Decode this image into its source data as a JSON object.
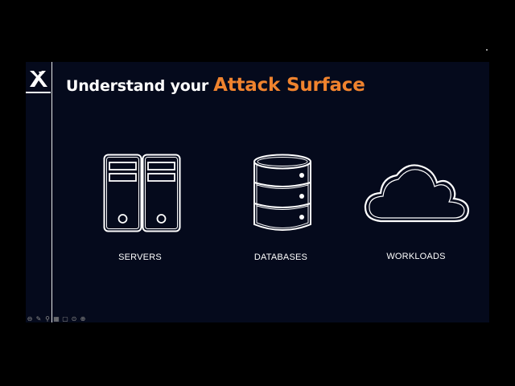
{
  "slide": {
    "title_prefix": "Understand your",
    "title_highlight": "Attack Surface",
    "accent_color": "#f0832e",
    "background_color": "#050a1c",
    "items": [
      {
        "label": "SERVERS",
        "icon": "servers-icon"
      },
      {
        "label": "DATABASES",
        "icon": "database-icon"
      },
      {
        "label": "WORKLOADS",
        "icon": "cloud-icon"
      }
    ]
  },
  "toolbar": {
    "buttons": [
      {
        "name": "previous-slide",
        "icon": "arrow-left-icon",
        "glyph": "⊖"
      },
      {
        "name": "pen-tool",
        "icon": "pen-icon",
        "glyph": "✎"
      },
      {
        "name": "zoom-tool",
        "icon": "magnifier-icon",
        "glyph": "⚲"
      },
      {
        "name": "slide-sorter",
        "icon": "grid-icon",
        "glyph": "▦"
      },
      {
        "name": "camera-toggle",
        "icon": "camera-icon",
        "glyph": "▢"
      },
      {
        "name": "more-options",
        "icon": "more-icon",
        "glyph": "⊙"
      },
      {
        "name": "next-slide",
        "icon": "arrow-right-icon",
        "glyph": "⊕"
      }
    ]
  }
}
